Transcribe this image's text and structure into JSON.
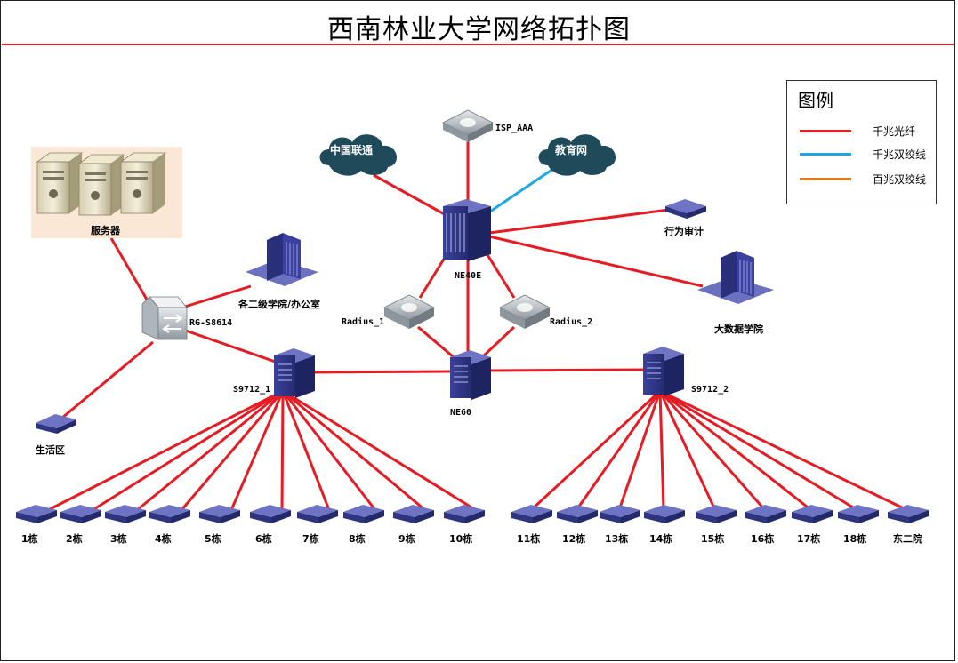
{
  "title": "西南林业大学网络拓扑图",
  "legend": {
    "title": "图例",
    "items": [
      {
        "label": "千兆光纤",
        "color": "#e51c23"
      },
      {
        "label": "千兆双绞线",
        "color": "#1ea7e1"
      },
      {
        "label": "百兆双绞线",
        "color": "#e07a1f"
      }
    ]
  },
  "colors": {
    "fiber": "#e51c23",
    "twisted_pair": "#1ea7e1",
    "cloud": "#1e4a5a",
    "device_dark": "#2e3580",
    "device_light": "#6f73c4"
  },
  "nodes": {
    "servers": "服务器",
    "rg_s8614": "RG-S8614",
    "colleges": "各二级学院/办公室",
    "living": "生活区",
    "unicom": "中国联通",
    "edu_net": "教育网",
    "isp_aaa": "ISP_AAA",
    "ne40e": "NE40E",
    "behavior_audit": "行为审计",
    "big_data": "大数据学院",
    "radius_1": "Radius_1",
    "radius_2": "Radius_2",
    "ne60": "NE60",
    "s9712_1": "S9712_1",
    "s9712_2": "S9712_2"
  },
  "buildings_left": [
    "1栋",
    "2栋",
    "3栋",
    "4栋",
    "5栋",
    "6栋",
    "7栋",
    "8栋",
    "9栋",
    "10栋"
  ],
  "buildings_right": [
    "11栋",
    "12栋",
    "13栋",
    "14栋",
    "15栋",
    "16栋",
    "17栋",
    "18栋",
    "东二院"
  ]
}
